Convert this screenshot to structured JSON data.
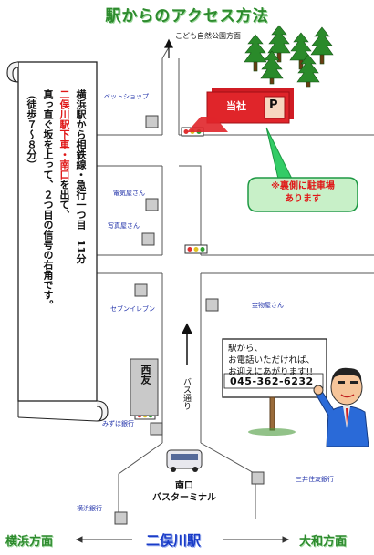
{
  "title": "駅からのアクセス方法",
  "park_label": "こども自然公園方面",
  "company": {
    "label": "当社",
    "parking_mark": "P"
  },
  "callout": {
    "line1": "※裏側に駐車場",
    "line2": "あります"
  },
  "directions": {
    "line1": "横浜駅から相鉄線・急行一つ目　11分",
    "line2_red": "二俣川駅下車・南口",
    "line2_rest": "を出て、",
    "line3": "真っ直ぐ坂を上って、２つ目の信号の右角です。",
    "line4": "（徒歩７～８分）"
  },
  "landmarks": {
    "pet_shop": "ペットショップ",
    "electric_shop": "電気屋さん",
    "photo_shop": "写真屋さん",
    "seven_eleven": "セブンイレブン",
    "hardware_shop": "金物屋さん",
    "mizuho_bank": "みずほ銀行",
    "sumitomo_bank": "三井住友銀行",
    "yokohama_bank": "横浜銀行",
    "nishi_building": "西友",
    "bus_street": "バス通り"
  },
  "sign": {
    "line1": "駅から、",
    "line2": "お電話いただければ、",
    "line3": "お迎えにあがります!!",
    "phone": "045-362-6232"
  },
  "terminal": {
    "line1": "南口",
    "line2": "バスターミナル"
  },
  "bottom": {
    "left": "横浜方面",
    "center": "二俣川駅",
    "right": "大和方面"
  },
  "colors": {
    "title_green": "#2d8b2d",
    "company_red": "#e0252a",
    "station_blue": "#1a3cc8",
    "callout_green": "#33cc66"
  }
}
